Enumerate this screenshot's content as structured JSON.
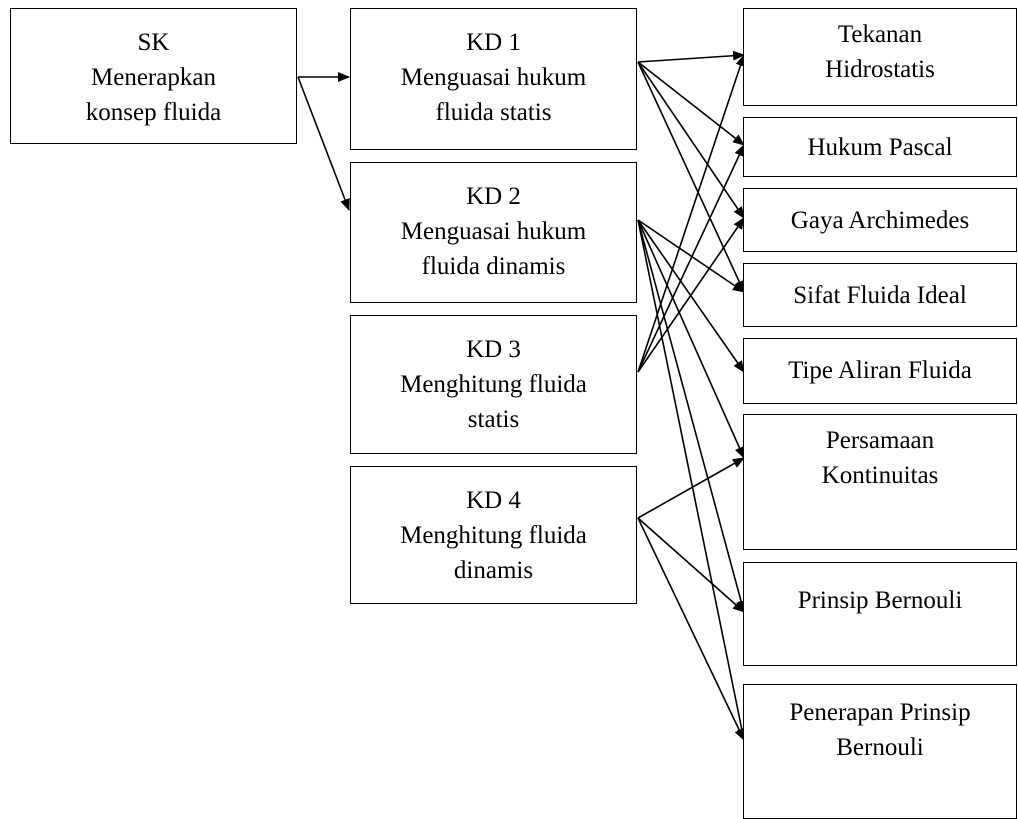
{
  "sk": {
    "lines": [
      "SK",
      "Menerapkan",
      "konsep fluida"
    ]
  },
  "kd1": {
    "lines": [
      "KD 1",
      "Menguasai hukum",
      "fluida statis"
    ]
  },
  "kd2": {
    "lines": [
      "KD 2",
      "Menguasai hukum",
      "fluida dinamis"
    ]
  },
  "kd3": {
    "lines": [
      "KD 3",
      "Menghitung fluida",
      "statis"
    ]
  },
  "kd4": {
    "lines": [
      "KD 4",
      "Menghitung fluida",
      "dinamis"
    ]
  },
  "topics": {
    "tekanan": [
      "Tekanan",
      "Hidrostatis"
    ],
    "pascal": [
      "Hukum Pascal"
    ],
    "archimedes": [
      "Gaya Archimedes"
    ],
    "ideal": [
      "Sifat Fluida Ideal"
    ],
    "aliran": [
      "Tipe Aliran Fluida"
    ],
    "kontinuitas": [
      "Persamaan",
      "Kontinuitas"
    ],
    "bernouli": [
      "Prinsip Bernouli"
    ],
    "penerapan": [
      "Penerapan Prinsip",
      "Bernouli"
    ]
  },
  "colors": {
    "stroke": "#000000",
    "background": "#ffffff"
  }
}
